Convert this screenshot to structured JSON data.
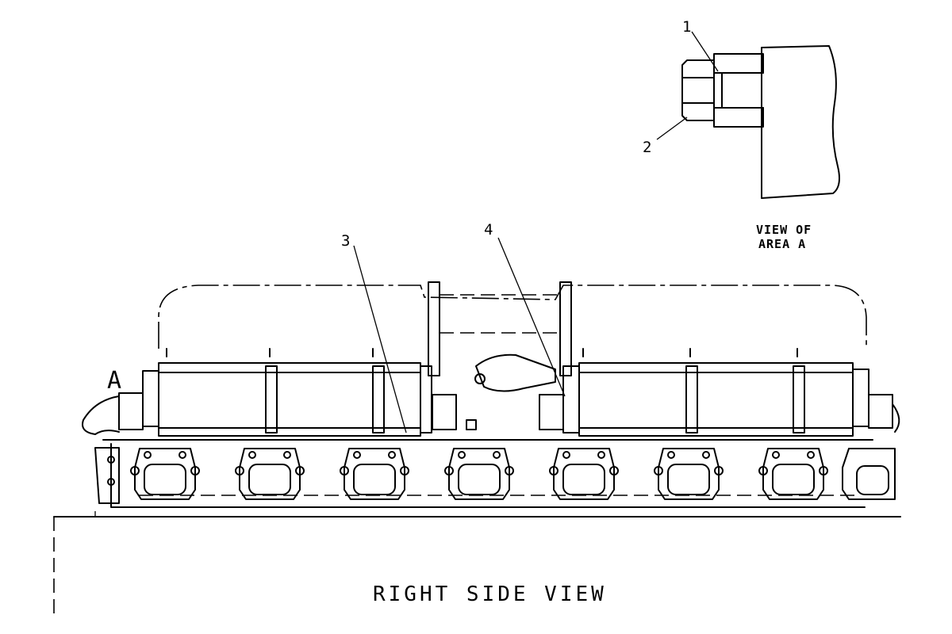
{
  "callouts": {
    "c1": "1",
    "c2": "2",
    "c3": "3",
    "c4": "4"
  },
  "area_marker": "A",
  "detail_caption": {
    "line1": "VIEW OF",
    "line2": "AREA A"
  },
  "main_caption": "RIGHT SIDE VIEW"
}
